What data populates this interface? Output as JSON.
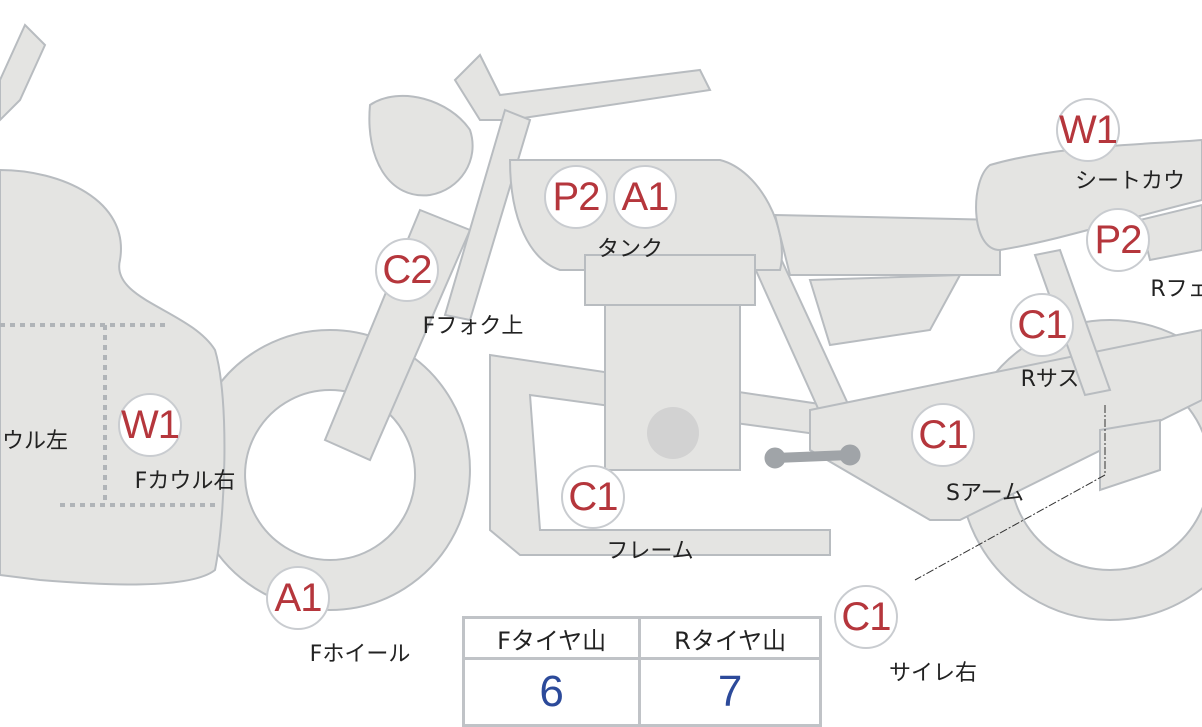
{
  "parts": [
    {
      "code": "W1",
      "label": "Fカウル右"
    },
    {
      "code": "C2",
      "label": "Fフォク上"
    },
    {
      "code": "P2",
      "label": ""
    },
    {
      "code": "A1",
      "label": "タンク"
    },
    {
      "code": "C1",
      "label": "フレーム"
    },
    {
      "code": "A1",
      "label": "Fホイール"
    },
    {
      "code": "W1",
      "label": "シートカウ"
    },
    {
      "code": "P2",
      "label": "Rフェ"
    },
    {
      "code": "C1",
      "label": "Rサス"
    },
    {
      "code": "C1",
      "label": "Sアーム"
    },
    {
      "code": "C1",
      "label": "サイレ右"
    }
  ],
  "left_cowl_label": "ウル左",
  "tire_table": {
    "headers": [
      "Fタイヤ山",
      "Rタイヤ山"
    ],
    "values": [
      "6",
      "7"
    ]
  }
}
